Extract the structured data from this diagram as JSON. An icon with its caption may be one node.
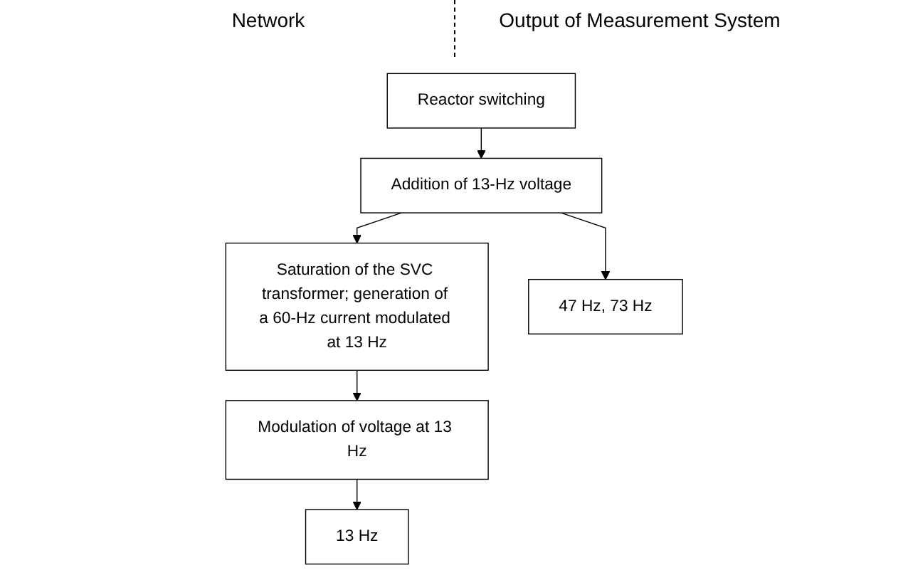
{
  "diagram": {
    "nodes": [
      {
        "text": [
          "Reactor switching"
        ]
      },
      {
        "text": [
          "Addition of 13-Hz voltage"
        ]
      },
      {
        "text": [
          "Saturation of the SVC transformer; generation of a 60-Hz current modulated at 13 Hz"
        ]
      },
      {
        "text": [
          "Modulation of voltage at 13 Hz"
        ]
      },
      {
        "text": [
          "47 Hz, 73 Hz"
        ]
      },
      {
        "text": [
          "13 Hz"
        ]
      }
    ],
    "edges": [
      {
        "from": 0,
        "to": 1,
        "arrow": "to"
      },
      {
        "from": 1,
        "to": 2,
        "arrow": "to"
      },
      {
        "from": 2,
        "to": 3,
        "arrow": "to"
      },
      {
        "from": 1,
        "to": 4,
        "arrow": "to"
      },
      {
        "from": 3,
        "to": 5,
        "arrow": "to"
      }
    ],
    "labels": [
      "Network",
      "Output of Measurement System"
    ]
  }
}
